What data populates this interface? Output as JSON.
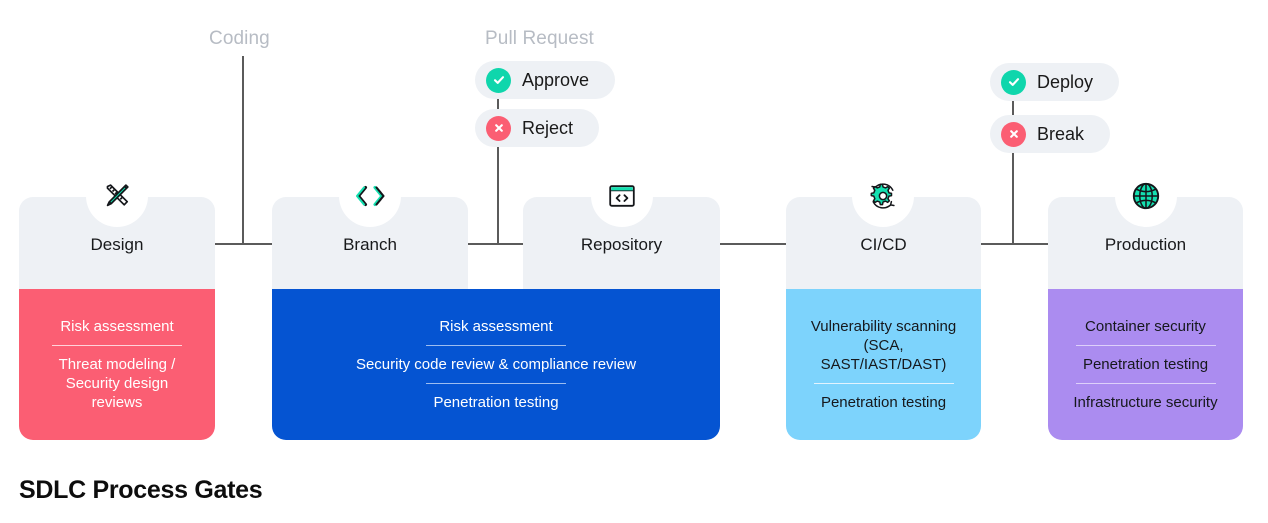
{
  "title": "SDLC Process Gates",
  "phases": [
    {
      "name": "coding",
      "label": "Coding"
    },
    {
      "name": "pull-request",
      "label": "Pull Request"
    }
  ],
  "pills": [
    {
      "name": "approve",
      "label": "Approve",
      "icon": "check-circle-icon",
      "color": "#0fd6ac"
    },
    {
      "name": "reject",
      "label": "Reject",
      "icon": "x-circle-icon",
      "color": "#fb5e73"
    },
    {
      "name": "deploy",
      "label": "Deploy",
      "icon": "check-circle-icon",
      "color": "#0fd6ac"
    },
    {
      "name": "break",
      "label": "Break",
      "icon": "x-circle-icon",
      "color": "#fb5e73"
    }
  ],
  "stages": [
    {
      "name": "design",
      "title": "Design",
      "icon": "pencil-ruler-icon",
      "color": "#fb5e73",
      "text_color": "#ffffff",
      "separator_color": "#ffd3da",
      "items": [
        "Risk assessment",
        "Threat modeling /\nSecurity design\nreviews"
      ]
    },
    {
      "name": "branch",
      "title": "Branch",
      "icon": "code-brackets-icon",
      "color": "#0554d2",
      "text_color": "#ffffff",
      "separator_color": "#9dbdf0",
      "items": []
    },
    {
      "name": "repository",
      "title": "Repository",
      "icon": "code-window-icon",
      "color": "#0554d2",
      "text_color": "#ffffff",
      "separator_color": "#9dbdf0",
      "items": []
    },
    {
      "name": "cicd",
      "title": "CI/CD",
      "icon": "gear-refresh-icon",
      "color": "#7dd3fc",
      "text_color": "#16181c",
      "separator_color": "#e3f3fe",
      "items": [
        "Vulnerability scanning\n(SCA,\nSAST/IAST/DAST)",
        "Penetration testing"
      ]
    },
    {
      "name": "production",
      "title": "Production",
      "icon": "globe-icon",
      "color": "#ab8cf0",
      "text_color": "#16181c",
      "separator_color": "#ddd0fa",
      "items": [
        "Container security",
        "Penetration testing",
        "Infrastructure security"
      ]
    }
  ],
  "merged_body": {
    "name": "branch-repository-gates",
    "color": "#0554d2",
    "text_color": "#ffffff",
    "separator_color": "#9dbdf0",
    "items": [
      "Risk assessment",
      "Security code review & compliance review",
      "Penetration testing"
    ]
  },
  "colors": {
    "header": "#eef1f5",
    "connector": "#5b5b5b",
    "phase_label": "#b7bcc4",
    "accent_teal": "#0fd6ac",
    "accent_red": "#fb5e73"
  }
}
